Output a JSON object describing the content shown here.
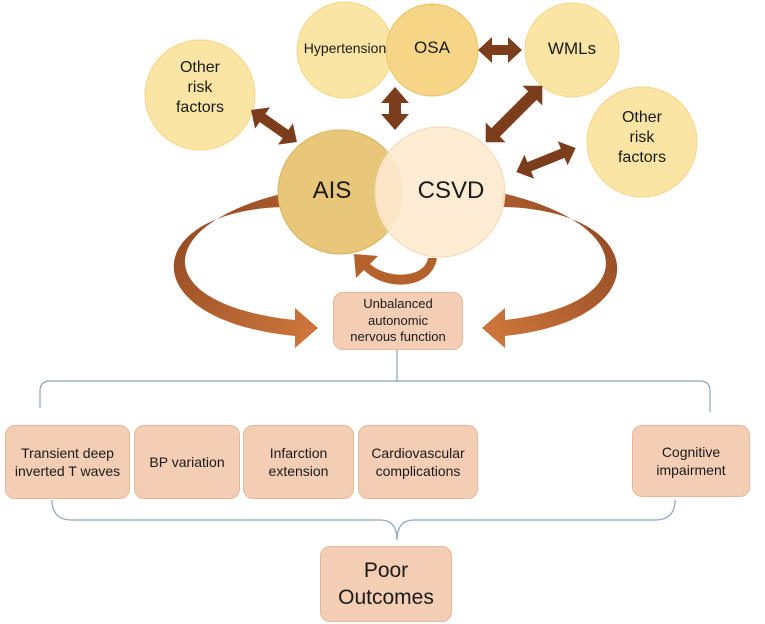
{
  "nodes": {
    "hypertension": "Hypertension",
    "osa": "OSA",
    "wmls": "WMLs",
    "other_risk_left": [
      "Other",
      "risk",
      "factors"
    ],
    "other_risk_right": [
      "Other",
      "risk",
      "factors"
    ],
    "ais": "AIS",
    "csvd": "CSVD",
    "unbalanced": [
      "Unbalanced",
      "autonomic",
      "nervous function"
    ]
  },
  "outcomes": [
    [
      "Transient deep",
      "inverted T waves"
    ],
    [
      "BP variation"
    ],
    [
      "Infarction",
      "extension"
    ],
    [
      "Cardiovascular",
      "complications"
    ],
    [
      "Cognitive",
      "impairment"
    ]
  ],
  "final": [
    "Poor",
    "Outcomes"
  ],
  "colors": {
    "circle_fill": "#fbe5a5",
    "ais_fill": "#e9c77a",
    "csvd_fill": "#fde9cf",
    "arrow_dark": "#7b3d1b",
    "arrow_curve": "#b5612c",
    "box_fill": "#f4cdb5",
    "bracket": "#8fa4be"
  }
}
